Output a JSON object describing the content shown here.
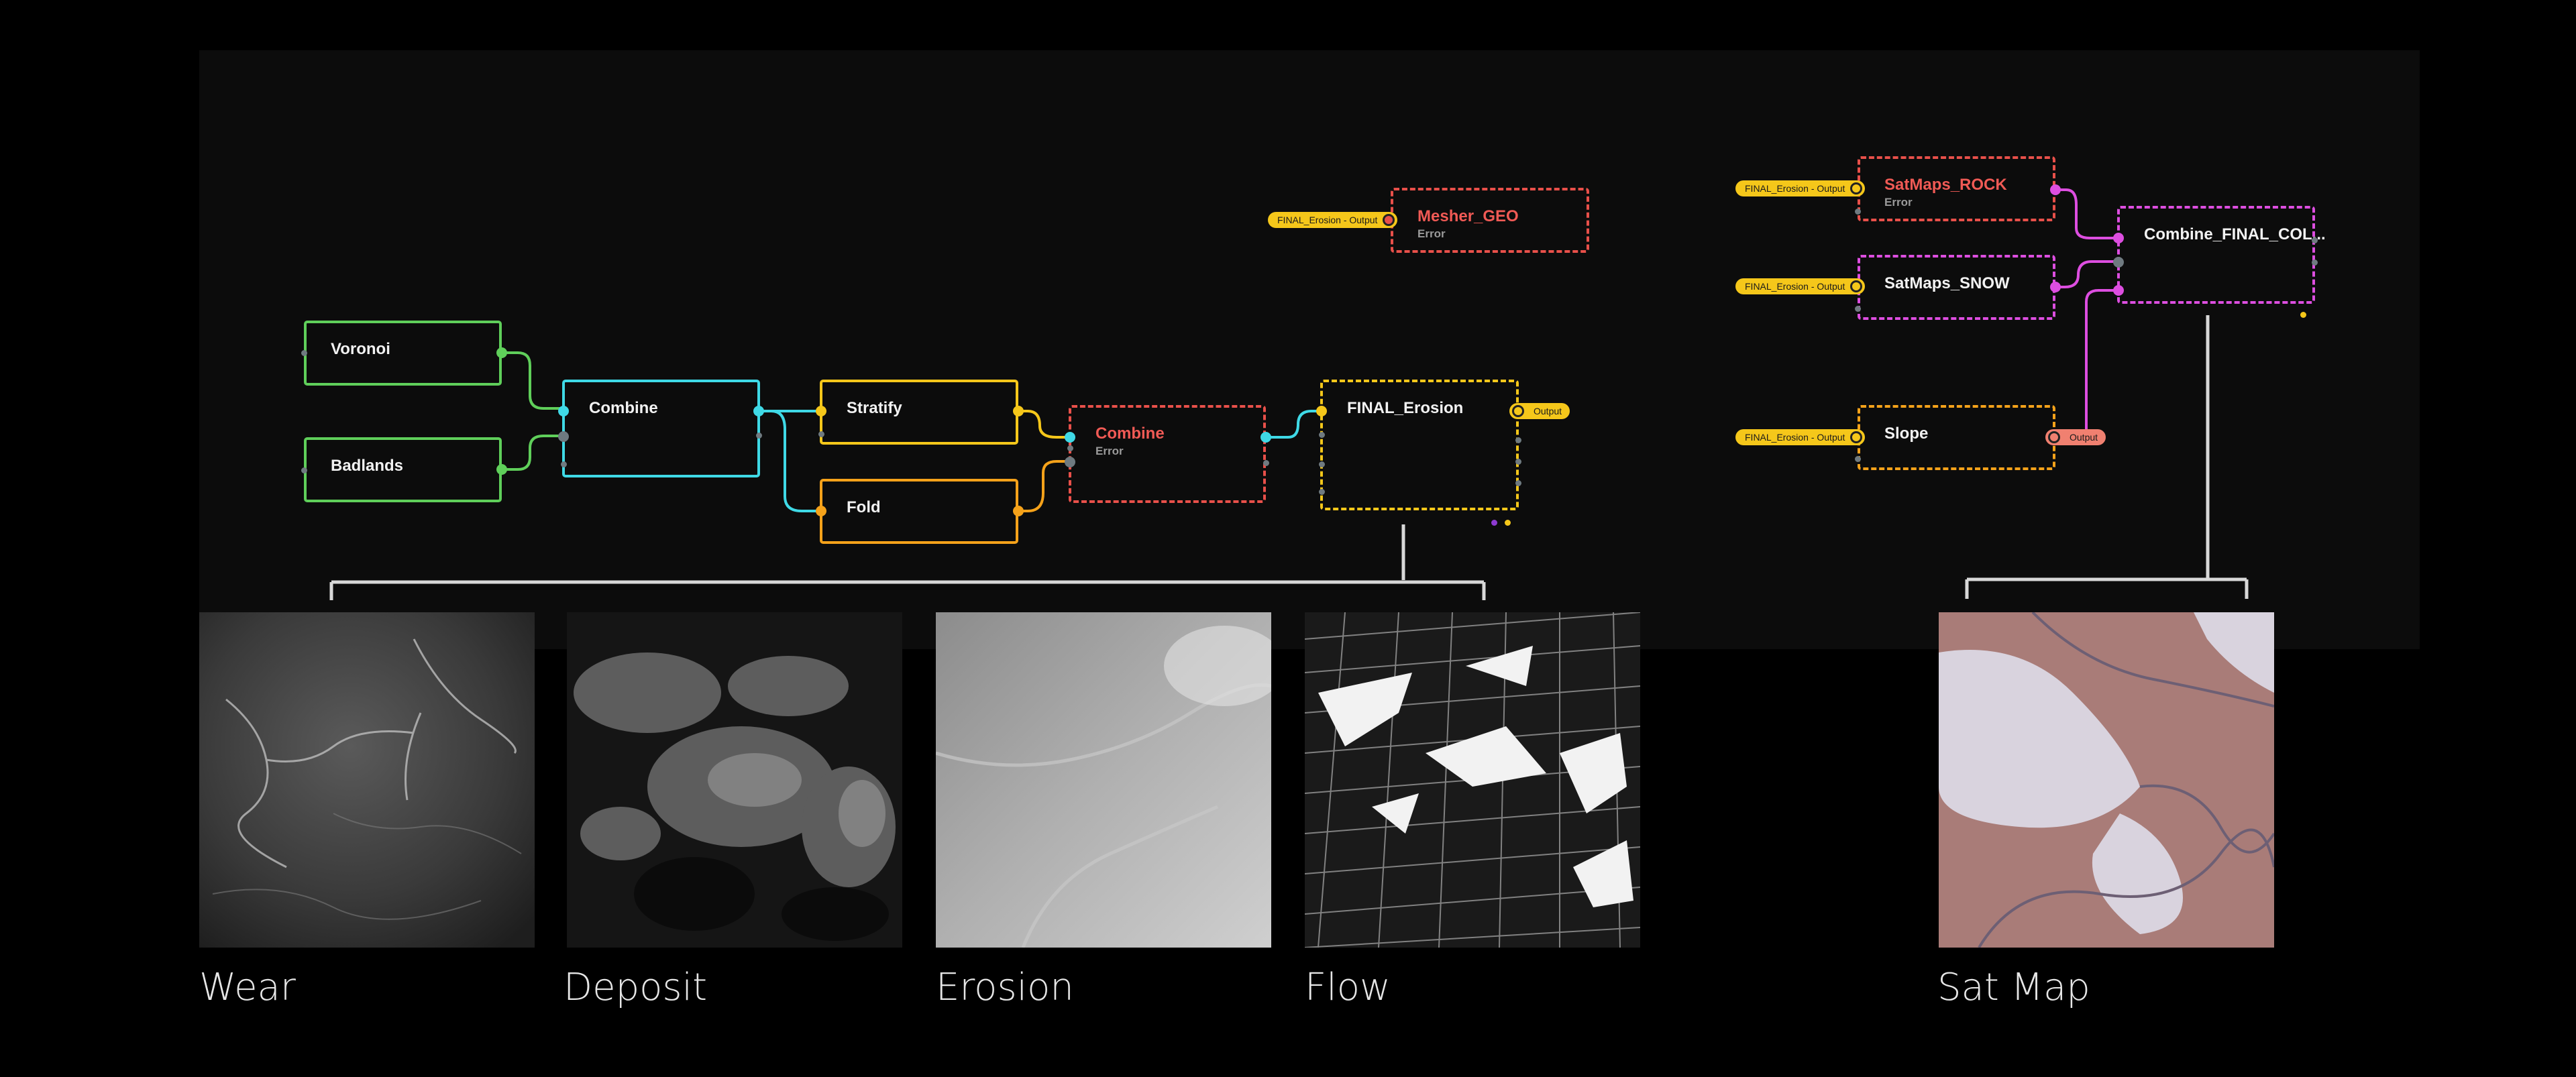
{
  "colors": {
    "green": "#5fcf5a",
    "cyan": "#3fd9e6",
    "yellow": "#f5c71a",
    "orange": "#f5a21a",
    "red": "#e8504a",
    "magenta": "#dd4ee0",
    "salmon": "#f08070"
  },
  "nodes": {
    "voronoi": {
      "title": "Voronoi"
    },
    "badlands": {
      "title": "Badlands"
    },
    "combine1": {
      "title": "Combine"
    },
    "stratify": {
      "title": "Stratify"
    },
    "fold": {
      "title": "Fold"
    },
    "combine2": {
      "title": "Combine",
      "status": "Error"
    },
    "final_erosion": {
      "title": "FINAL_Erosion",
      "output_label": "Output"
    },
    "mesher_geo": {
      "title": "Mesher_GEO",
      "status": "Error",
      "input_label": "FINAL_Erosion - Output"
    },
    "satmaps_rock": {
      "title": "SatMaps_ROCK",
      "status": "Error",
      "input_label": "FINAL_Erosion - Output"
    },
    "satmaps_snow": {
      "title": "SatMaps_SNOW",
      "input_label": "FINAL_Erosion - Output"
    },
    "slope": {
      "title": "Slope",
      "input_label": "FINAL_Erosion - Output",
      "output_label": "Output"
    },
    "combine_final": {
      "title": "Combine_FINAL_COL..."
    }
  },
  "thumbnails": [
    {
      "caption": "Wear",
      "icon": "wear-map"
    },
    {
      "caption": "Deposit",
      "icon": "deposit-map"
    },
    {
      "caption": "Erosion",
      "icon": "erosion-map"
    },
    {
      "caption": "Flow",
      "icon": "flow-map"
    },
    {
      "caption": "Sat Map",
      "icon": "satellite-map"
    }
  ]
}
